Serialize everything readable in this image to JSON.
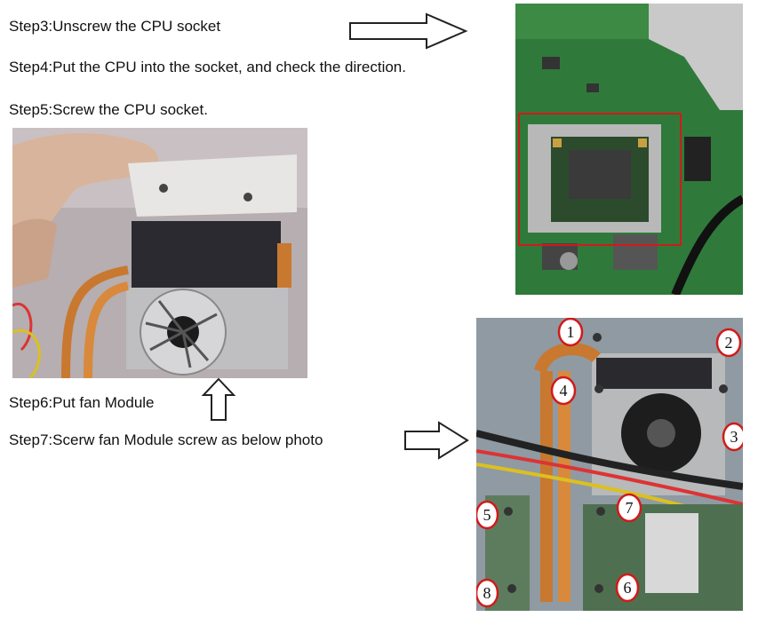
{
  "steps": {
    "step3": "Step3:Unscrew the CPU socket",
    "step4": "Step4:Put the CPU into the socket, and check the direction.",
    "step5": "Step5:Screw the CPU socket.",
    "step6": "Step6:Put fan Module",
    "step7": "Step7:Scerw fan Module screw as below photo"
  },
  "screw_labels": [
    "1",
    "2",
    "3",
    "4",
    "5",
    "6",
    "7",
    "8"
  ],
  "colors": {
    "highlight_red": "#d11a1a",
    "pcb_green": "#2f7a3a",
    "copper": "#c9782f"
  }
}
